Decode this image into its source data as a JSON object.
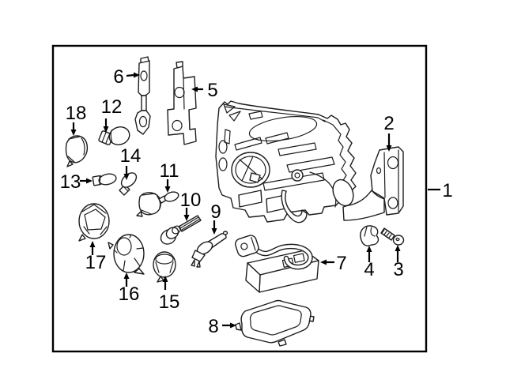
{
  "colors": {
    "background": "#ffffff",
    "line": "#1d1d1d",
    "label": "#000000",
    "frame": "#000000"
  },
  "diagram": {
    "callouts": [
      {
        "label": "1"
      },
      {
        "label": "2"
      },
      {
        "label": "3"
      },
      {
        "label": "4"
      },
      {
        "label": "5"
      },
      {
        "label": "6"
      },
      {
        "label": "7"
      },
      {
        "label": "8"
      },
      {
        "label": "9"
      },
      {
        "label": "10"
      },
      {
        "label": "11"
      },
      {
        "label": "12"
      },
      {
        "label": "13"
      },
      {
        "label": "14"
      },
      {
        "label": "15"
      },
      {
        "label": "16"
      },
      {
        "label": "17"
      },
      {
        "label": "18"
      }
    ]
  }
}
